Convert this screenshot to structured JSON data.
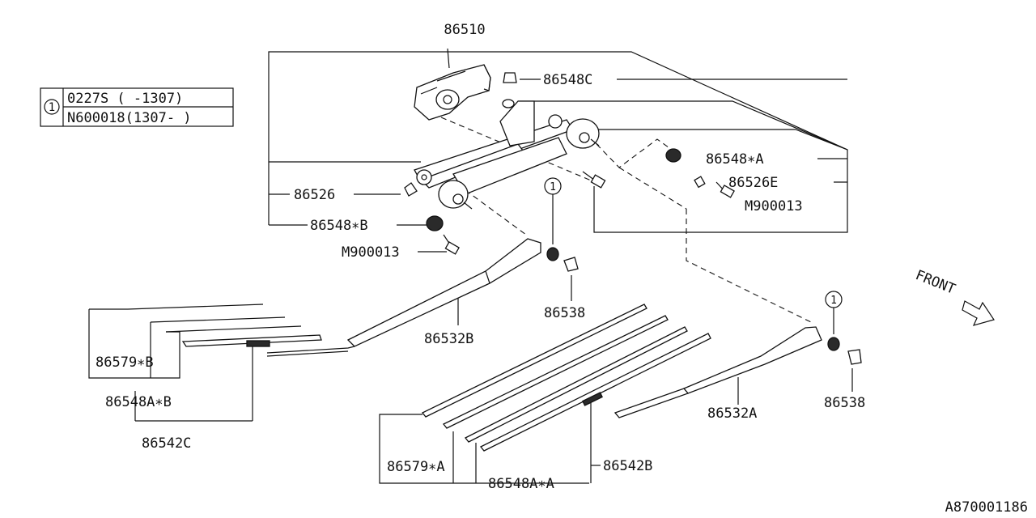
{
  "legend": {
    "marker": "1",
    "rows": [
      "0227S  ( -1307)",
      "N600018(1307- )"
    ]
  },
  "callout_marker": "1",
  "labels": {
    "p86510": "86510",
    "p86548C": "86548C",
    "p86548xA": "86548∗A",
    "p86526E": "86526E",
    "m900013_top": "M900013",
    "p86526": "86526",
    "p86548xB": "86548∗B",
    "m900013_left": "M900013",
    "p86538_a": "86538",
    "p86532B": "86532B",
    "p86579xB": "86579∗B",
    "p86548AxB": "86548A∗B",
    "p86542C": "86542C",
    "p86532A": "86532A",
    "p86538_b": "86538",
    "p86579xA": "86579∗A",
    "p86542B": "86542B",
    "p86548AxA": "86548A∗A",
    "front": "FRONT",
    "drawing_id": "A870001186"
  }
}
